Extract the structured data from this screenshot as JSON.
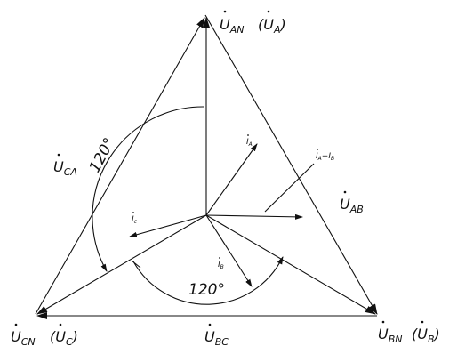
{
  "labels": {
    "u_an_main": "U",
    "u_an_sub": "AN",
    "u_an_alt_main": "U",
    "u_an_alt_sub": "A",
    "u_bn_main": "U",
    "u_bn_sub": "BN",
    "u_bn_alt_main": "U",
    "u_bn_alt_sub": "B",
    "u_cn_main": "U",
    "u_cn_sub": "CN",
    "u_cn_alt_main": "U",
    "u_cn_alt_sub": "C",
    "u_ab_main": "U",
    "u_ab_sub": "AB",
    "u_bc_main": "U",
    "u_bc_sub": "BC",
    "u_ca_main": "U",
    "u_ca_sub": "CA",
    "i_a_main": "I",
    "i_a_sub": "A",
    "i_b_main": "I",
    "i_b_sub": "B",
    "i_c_main": "I",
    "i_c_sub": "c",
    "i_sum_main1": "I",
    "i_sum_sub1": "A",
    "i_sum_plus": "+",
    "i_sum_main2": "I",
    "i_sum_sub2": "B",
    "angle_left": "120°",
    "angle_bottom": "120°"
  }
}
